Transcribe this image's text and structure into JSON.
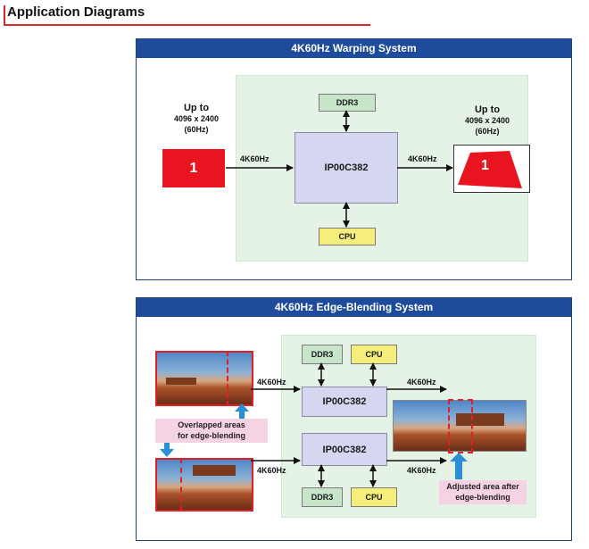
{
  "page": {
    "title": "Application Diagrams"
  },
  "warping": {
    "header": "4K60Hz Warping System",
    "input": {
      "line1": "Up to",
      "line2": "4096 x 2400",
      "line3": "(60Hz)",
      "block_label": "1"
    },
    "output": {
      "line1": "Up to",
      "line2": "4096 x 2400",
      "line3": "(60Hz)",
      "block_label": "1"
    },
    "ddr": "DDR3",
    "cpu": "CPU",
    "chip": "IP00C382",
    "link_in": "4K60Hz",
    "link_out": "4K60Hz"
  },
  "blending": {
    "header": "4K60Hz Edge-Blending  System",
    "top": {
      "ddr": "DDR3",
      "cpu": "CPU",
      "chip": "IP00C382",
      "link_in": "4K60Hz",
      "link_out": "4K60Hz"
    },
    "bottom": {
      "ddr": "DDR3",
      "cpu": "CPU",
      "chip": "IP00C382",
      "link_in": "4K60Hz",
      "link_out": "4K60Hz"
    },
    "overlap_note": {
      "line1": "Overlapped areas",
      "line2": "for edge-blending"
    },
    "adjusted_note": {
      "line1": "Adjusted area after",
      "line2": "edge-blending"
    }
  },
  "colors": {
    "header_blue": "#1e4b9b",
    "zone_green": "#e4f3e6",
    "accent_red": "#e8141f",
    "arrow_blue": "#2a8fd6"
  }
}
